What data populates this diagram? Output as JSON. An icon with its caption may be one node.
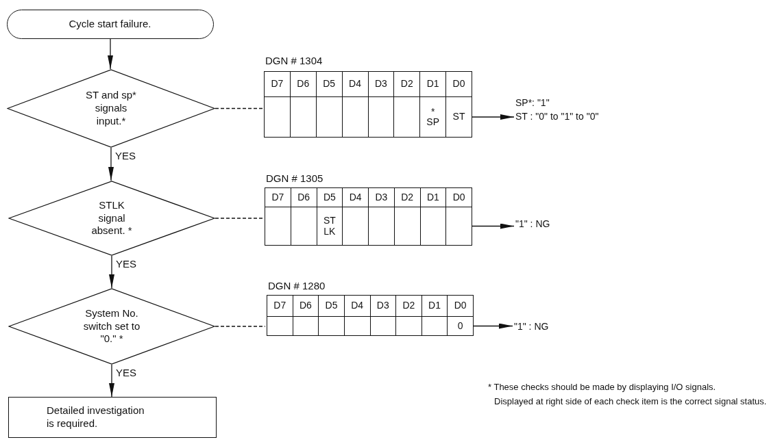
{
  "diagram": {
    "nodes": [
      {
        "text": [
          "Cycle start failure."
        ]
      },
      {
        "text": [
          "ST and sp* signals input.*"
        ]
      },
      {
        "text": [
          "DGN # 1304"
        ]
      },
      {
        "text": [
          "D7"
        ],
        "in": 2
      },
      {
        "text": [
          "D6"
        ],
        "in": 2
      },
      {
        "text": [
          "D5"
        ],
        "in": 2
      },
      {
        "text": [
          "D4"
        ],
        "in": 2
      },
      {
        "text": [
          "D3"
        ],
        "in": 2
      },
      {
        "text": [
          "D2"
        ],
        "in": 2
      },
      {
        "text": [
          "D1"
        ],
        "in": 2
      },
      {
        "text": [
          "D0"
        ],
        "in": 2
      },
      {
        "text": [],
        "shape": "box",
        "in": 2
      },
      {
        "text": [],
        "shape": "box",
        "in": 2
      },
      {
        "text": [],
        "shape": "box",
        "in": 2
      },
      {
        "text": [],
        "shape": "box",
        "in": 2
      },
      {
        "text": [],
        "shape": "box",
        "in": 2
      },
      {
        "text": [],
        "shape": "box",
        "in": 2
      },
      {
        "text": [
          "* SP"
        ],
        "in": 2
      },
      {
        "text": [
          "ST"
        ],
        "in": 2
      },
      {
        "text": [
          "SP*: \"1\"",
          "ST : \"0\" to \"1\" to \"0\""
        ]
      },
      {
        "text": [
          "STLK signal absent. *"
        ]
      },
      {
        "text": [
          "DGN # 1305"
        ]
      },
      {
        "text": [
          "D7"
        ],
        "in": 21
      },
      {
        "text": [
          "D6"
        ],
        "in": 21
      },
      {
        "text": [
          "D5"
        ],
        "in": 21
      },
      {
        "text": [
          "D4"
        ],
        "in": 21
      },
      {
        "text": [
          "D3"
        ],
        "in": 21
      },
      {
        "text": [
          "D2"
        ],
        "in": 21
      },
      {
        "text": [
          "D1"
        ],
        "in": 21
      },
      {
        "text": [
          "D0"
        ],
        "in": 21
      },
      {
        "text": [],
        "shape": "box",
        "in": 21
      },
      {
        "text": [],
        "shape": "box",
        "in": 21
      },
      {
        "text": [
          "ST LK"
        ],
        "in": 21
      },
      {
        "text": [],
        "shape": "box",
        "in": 21
      },
      {
        "text": [],
        "shape": "box",
        "in": 21
      },
      {
        "text": [],
        "shape": "box",
        "in": 21
      },
      {
        "text": [],
        "shape": "box",
        "in": 21
      },
      {
        "text": [],
        "shape": "box",
        "in": 21
      },
      {
        "text": [
          "\"1\" : NG"
        ]
      },
      {
        "text": [
          "System No. switch set to \"0.\" *"
        ]
      },
      {
        "text": [
          "DGN # 1280"
        ]
      },
      {
        "text": [
          "D7"
        ],
        "in": 40
      },
      {
        "text": [
          "D6"
        ],
        "in": 40
      },
      {
        "text": [
          "D5"
        ],
        "in": 40
      },
      {
        "text": [
          "D4"
        ],
        "in": 40
      },
      {
        "text": [
          "D3"
        ],
        "in": 40
      },
      {
        "text": [
          "D2"
        ],
        "in": 40
      },
      {
        "text": [
          "D1"
        ],
        "in": 40
      },
      {
        "text": [
          "D0"
        ],
        "in": 40
      },
      {
        "text": [],
        "shape": "box",
        "in": 40
      },
      {
        "text": [],
        "shape": "box",
        "in": 40
      },
      {
        "text": [],
        "shape": "box",
        "in": 40
      },
      {
        "text": [],
        "shape": "box",
        "in": 40
      },
      {
        "text": [],
        "shape": "box",
        "in": 40
      },
      {
        "text": [],
        "shape": "box",
        "in": 40
      },
      {
        "text": [],
        "shape": "box",
        "in": 40
      },
      {
        "text": [
          "0"
        ],
        "in": 40
      },
      {
        "text": [
          "\"1\" : NG"
        ]
      },
      {
        "text": [
          "Detailed investigation is required."
        ]
      }
    ],
    "edges": [
      {
        "from": 0,
        "to": 1,
        "arrow": "to"
      },
      {
        "from": 1,
        "to": 20,
        "arrow": "to",
        "label": "YES"
      },
      {
        "from": 20,
        "to": 39,
        "arrow": "to",
        "label": "YES"
      },
      {
        "from": 39,
        "to": 58,
        "arrow": "to",
        "label": "YES"
      },
      {
        "from": 1,
        "to": 2,
        "arrow": "none",
        "style": "dashed"
      },
      {
        "from": 20,
        "to": 21,
        "arrow": "none",
        "style": "dashed"
      },
      {
        "from": 39,
        "to": 40,
        "arrow": "none",
        "style": "dashed"
      },
      {
        "from": 2,
        "to": 19,
        "arrow": "to"
      },
      {
        "from": 21,
        "to": 38,
        "arrow": "to"
      },
      {
        "from": 40,
        "to": 57,
        "arrow": "to"
      }
    ],
    "labels": [
      "* These checks should be made by displaying I/O signals.",
      "Displayed at right side of each check item is the correct signal status."
    ]
  }
}
